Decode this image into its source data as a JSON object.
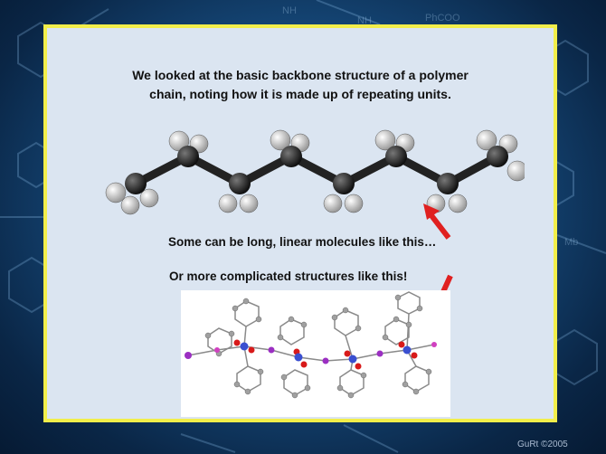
{
  "slide": {
    "heading_line1": "We looked at the basic backbone structure of a polymer",
    "heading_line2": "chain, noting how it is made up of repeating units.",
    "caption_linear": "Some can be long, linear molecules like this…",
    "caption_complex": "Or more complicated structures like this!"
  },
  "background": {
    "formula_1": "PhCOO",
    "formula_2": "NH",
    "formula_3": "NH",
    "formula_4": "Mb",
    "credit": "GuRt ©2005"
  },
  "colors": {
    "panel_border": "#f2ee4a",
    "panel_fill": "#dbe5f1",
    "arrow": "#e02020",
    "carbon": "#222222",
    "hydrogen": "#eeeeee"
  },
  "icons": {
    "linear_molecule": "ball-and-stick-alkane-icon",
    "complex_molecule": "complex-crystal-structure-icon",
    "pointer": "red-arrow-icon"
  }
}
